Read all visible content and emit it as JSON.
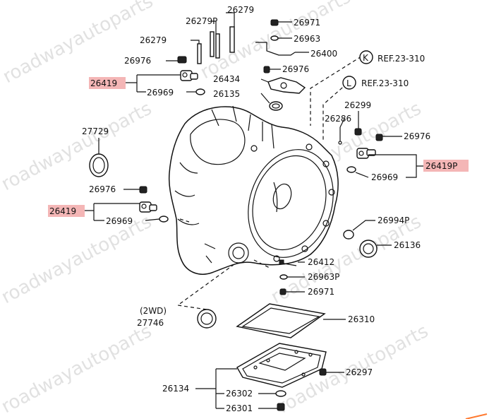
{
  "labels": {
    "p26279_top": "26279",
    "p26279P": "26279P",
    "p26279_left": "26279",
    "p26976_a": "26976",
    "p26419_a": "26419",
    "p26969_a": "26969",
    "p26971_a": "26971",
    "p26963_a": "26963",
    "p26400": "26400",
    "refK": "REF.23-310",
    "refL": "REF.23-310",
    "circleK": "K",
    "circleL": "L",
    "p26976_b": "26976",
    "p26434": "26434",
    "p26135": "26135",
    "p27729": "27729",
    "p26299": "26299",
    "p26286": "26286",
    "p26976_c": "26976",
    "p26419P": "26419P",
    "p26969_b": "26969",
    "p26976_d": "26976",
    "p26419_b": "26419",
    "p26969_c": "26969",
    "p26994P": "26994P",
    "p26136": "26136",
    "p26412": "26412",
    "p26963P": "26963P",
    "p26971_b": "26971",
    "p2wd": "(2WD)",
    "p27746": "27746",
    "p26310": "26310",
    "p26297": "26297",
    "p26134": "26134",
    "p26302": "26302",
    "p26301": "26301"
  },
  "watermark": "roadwayautoparts",
  "colors": {
    "highlight": "#f4b6b6",
    "line": "#111111",
    "watermark": "#c9c9c9",
    "accent_corner": "#ff7a30"
  }
}
